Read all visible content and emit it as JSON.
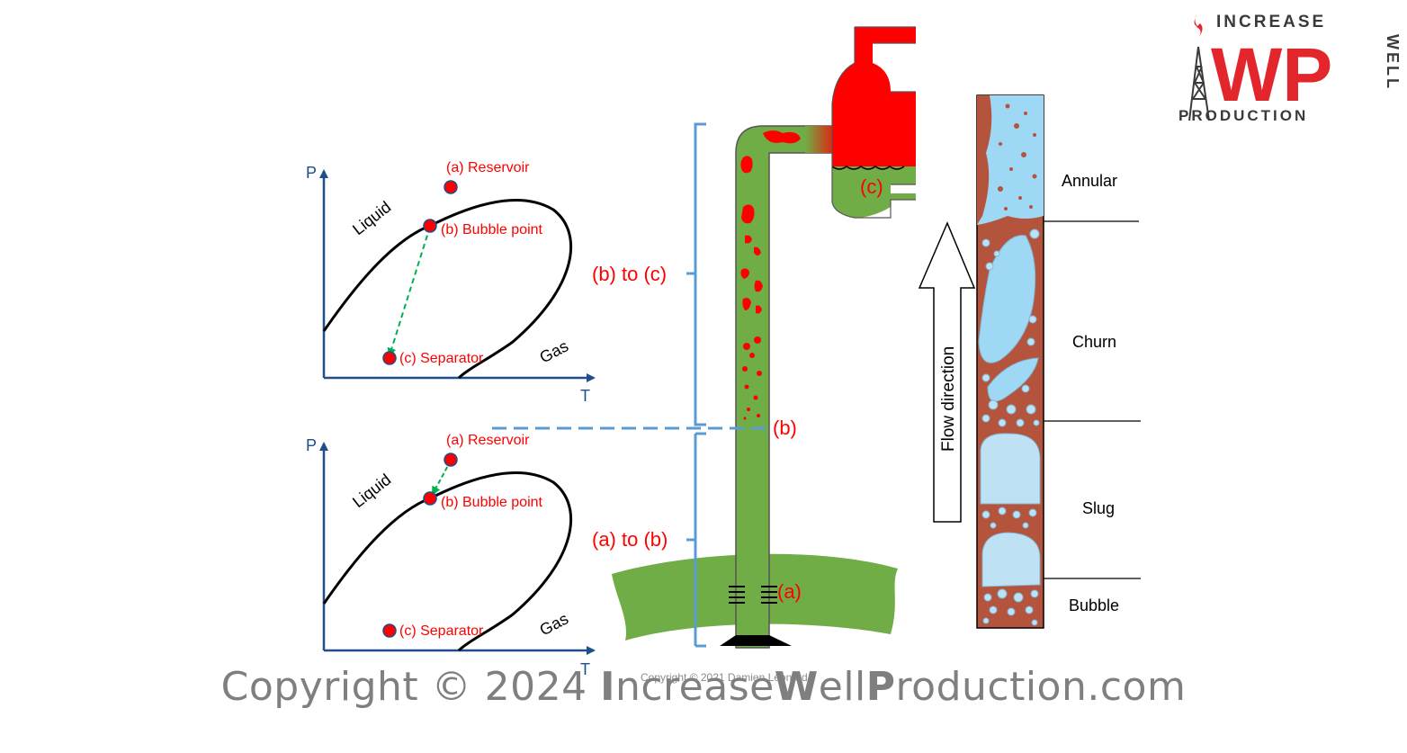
{
  "logo": {
    "top_word": "INCREASE",
    "letters": "WP",
    "side_word": "WELL",
    "bottom_word": "PRODUCTION",
    "colors": {
      "red": "#e3262b",
      "dark": "#3a3a3a"
    }
  },
  "phase_diagrams": [
    {
      "axis_y": "P",
      "axis_x": "T",
      "region_liquid": "Liquid",
      "region_gas": "Gas",
      "points": {
        "reservoir": "(a) Reservoir",
        "bubble": "(b) Bubble point",
        "separator": "(c) Separator"
      }
    },
    {
      "axis_y": "P",
      "axis_x": "T",
      "region_liquid": "Liquid",
      "region_gas": "Gas",
      "points": {
        "reservoir": "(a) Reservoir",
        "bubble": "(b) Bubble point",
        "separator": "(c) Separator"
      }
    }
  ],
  "well": {
    "range_upper": "(b) to (c)",
    "range_lower": "(a) to (b)",
    "label_b": "(b)",
    "label_a": "(a)",
    "label_c": "(c)",
    "colors": {
      "liquid": "#70ad47",
      "gas": "#ff0000",
      "bracket": "#5b9bd5"
    }
  },
  "flow": {
    "arrow_label": "Flow direction",
    "regimes": [
      "Annular",
      "Churn",
      "Slug",
      "Bubble"
    ],
    "colors": {
      "pipe": "#b5543c",
      "gas": "#9fd8f5"
    }
  },
  "watermark": {
    "prefix": "Copyright © 2024 ",
    "i": "I",
    "ncrease": "ncrease",
    "w": "W",
    "ell": "ell",
    "p": "P",
    "roduction": "roduction.com",
    "small": "Copyright © 2021 Damien Léonard"
  }
}
